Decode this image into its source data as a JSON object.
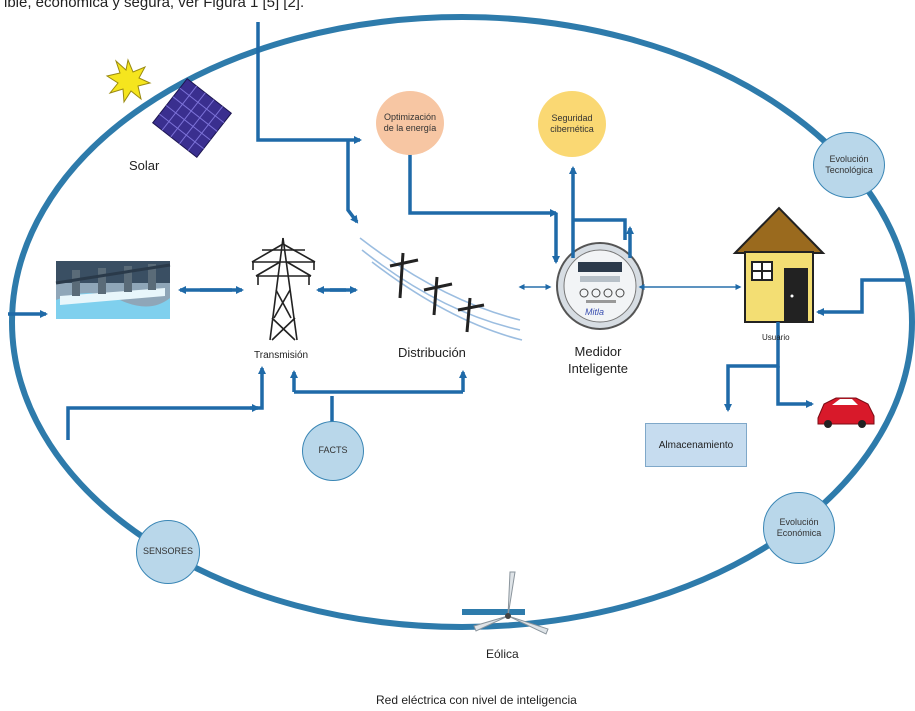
{
  "header_fragment": "ible, económica y segura, ver Figura 1 [5] [2].",
  "labels": {
    "solar": "Solar",
    "transmision": "Transmisión",
    "distribucion": "Distribución",
    "medidor": "Medidor\nInteligente",
    "usuario": "Usuario",
    "eolica": "Eólica",
    "caption": "Red eléctrica con nivel de inteligencia",
    "meter_brand": "Mitla"
  },
  "circles": {
    "optimizacion": "Optimización\nde la energía",
    "seguridad": "Seguridad\ncibernética",
    "evolucion_tec": "Evolución\nTecnológica",
    "evolucion_eco": "Evolución\nEconómica",
    "facts": "FACTS",
    "sensores": "SENSORES"
  },
  "boxes": {
    "almacenamiento": "Almacenamiento"
  },
  "colors": {
    "ring": "#2e7bab",
    "arrow": "#1f6aa8",
    "sun": "#f5e51e",
    "panel": "#3a2f8f",
    "house_wall": "#f3de73",
    "house_roof": "#9a6a1e",
    "car": "#d8192a"
  }
}
